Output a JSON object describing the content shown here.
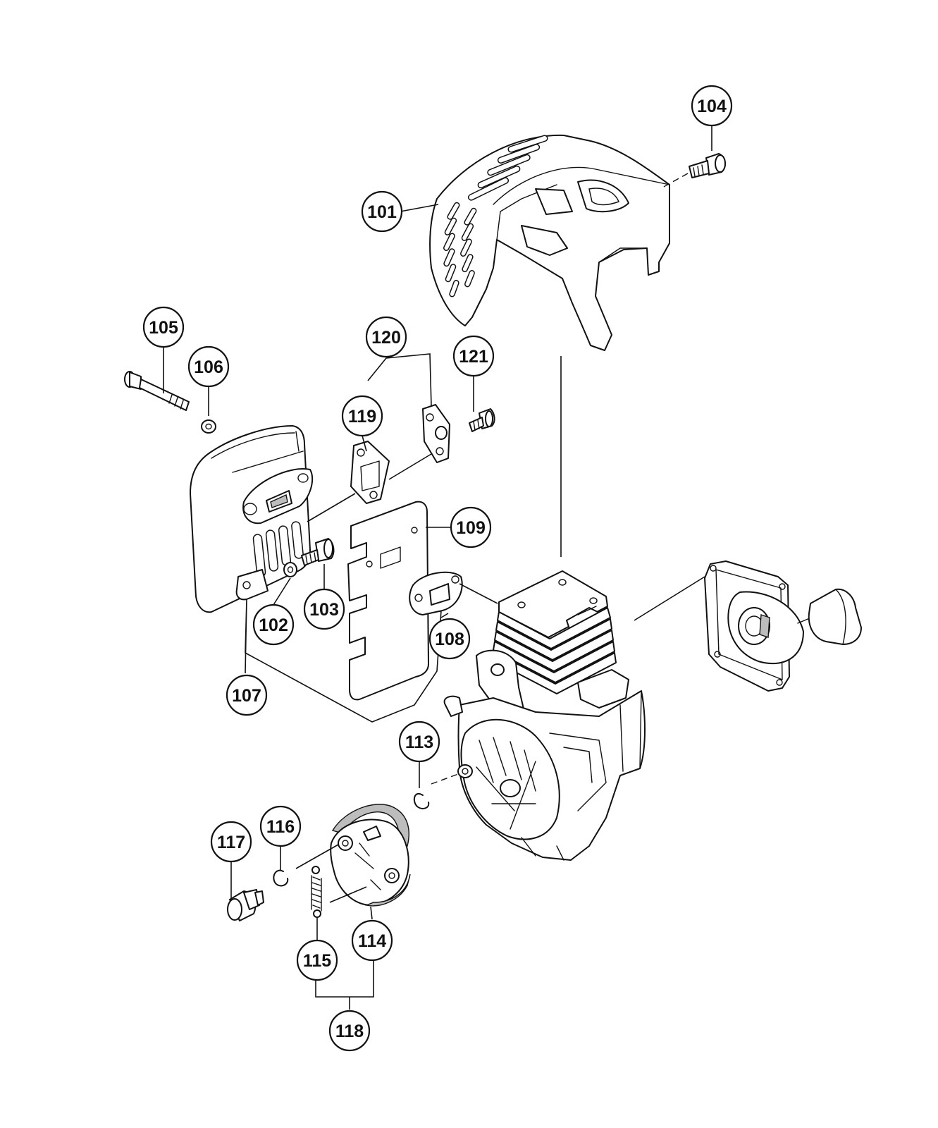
{
  "callouts": [
    {
      "id": "c101",
      "label": "101"
    },
    {
      "id": "c102",
      "label": "102"
    },
    {
      "id": "c103",
      "label": "103"
    },
    {
      "id": "c104",
      "label": "104"
    },
    {
      "id": "c105",
      "label": "105"
    },
    {
      "id": "c106",
      "label": "106"
    },
    {
      "id": "c107",
      "label": "107"
    },
    {
      "id": "c108",
      "label": "108"
    },
    {
      "id": "c109",
      "label": "109"
    },
    {
      "id": "c113",
      "label": "113"
    },
    {
      "id": "c114",
      "label": "114"
    },
    {
      "id": "c115",
      "label": "115"
    },
    {
      "id": "c116",
      "label": "116"
    },
    {
      "id": "c117",
      "label": "117"
    },
    {
      "id": "c118",
      "label": "118"
    },
    {
      "id": "c119",
      "label": "119"
    },
    {
      "id": "c120",
      "label": "120"
    },
    {
      "id": "c121",
      "label": "121"
    }
  ],
  "colors": {
    "line": "#111111",
    "background": "#ffffff",
    "shade": "#bdbdbd"
  }
}
